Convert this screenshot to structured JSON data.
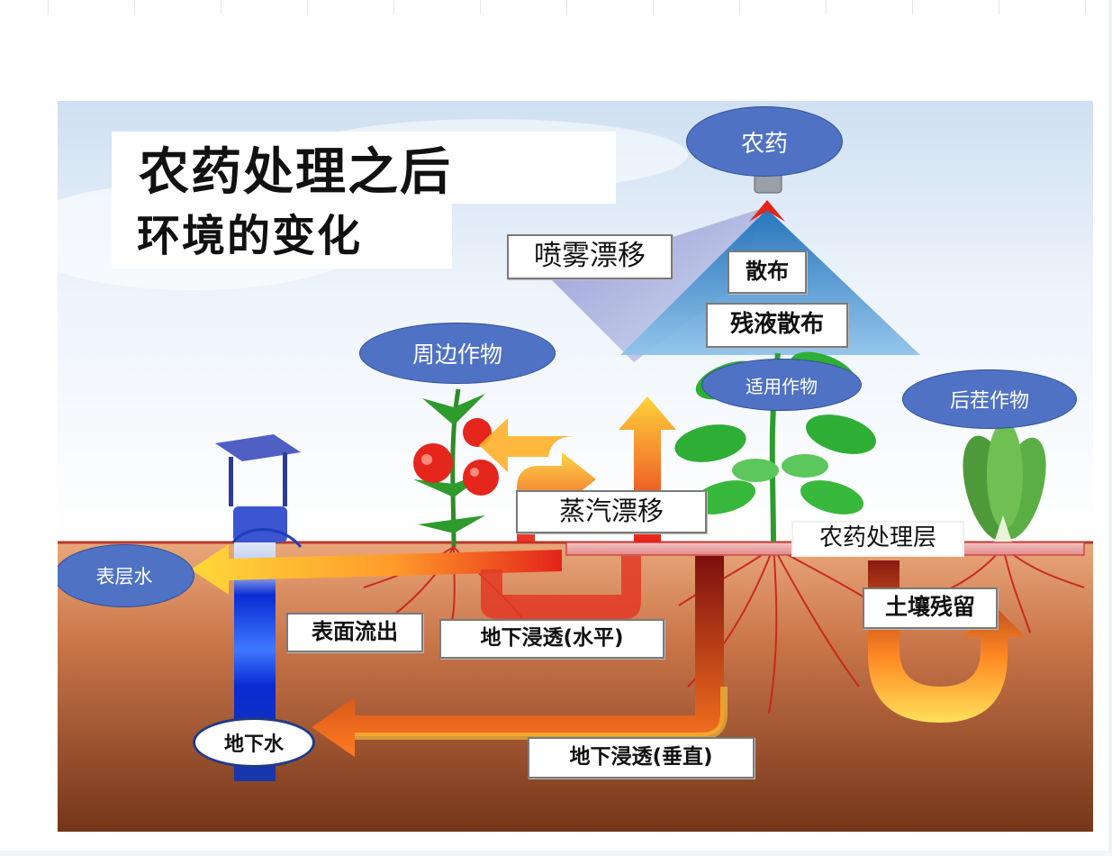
{
  "title": {
    "line1": "农药处理之后",
    "line2": "环境的变化"
  },
  "nodes": {
    "pesticide": "农药",
    "spray_drift": "喷雾漂移",
    "dispersal": "散布",
    "residual_dispersal": "残液散布",
    "surrounding_crops": "周边作物",
    "target_crops": "适用作物",
    "succeeding_crops": "后茬作物",
    "vapor_drift": "蒸汽漂移",
    "treatment_layer": "农药处理层",
    "surface_water": "表层水",
    "surface_runoff": "表面流出",
    "subsurface_horizontal": "地下浸透(水平)",
    "soil_residue": "土壤残留",
    "groundwater": "地下水",
    "subsurface_vertical": "地下浸透(垂直)"
  },
  "colors": {
    "sky": "#dbe8f5",
    "soil_top": "#d98c5e",
    "soil_bottom": "#7a3a1c",
    "oval_fill": "#4f72c4",
    "arrow_red": "#e4231a",
    "arrow_yellow": "#ffd43a",
    "water_blue": "#0c2fd6"
  }
}
